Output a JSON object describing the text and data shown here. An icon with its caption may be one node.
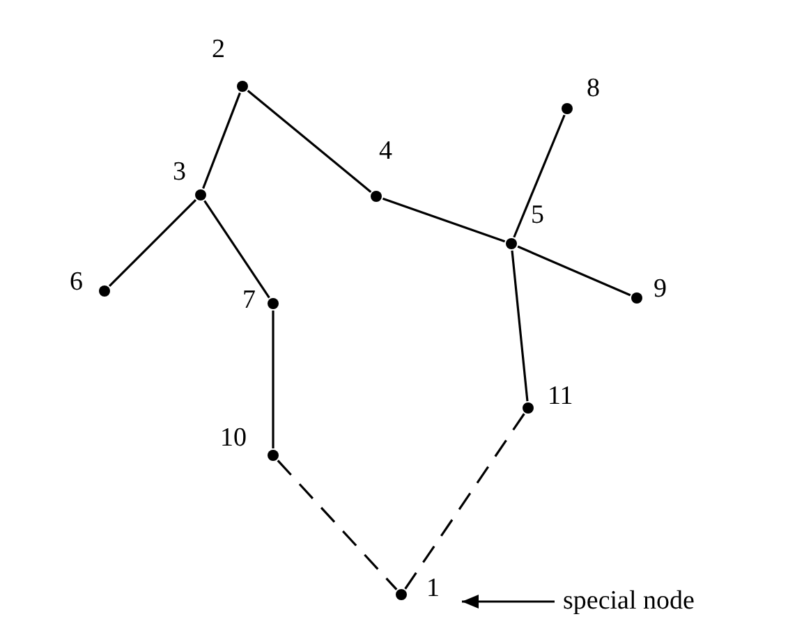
{
  "diagram": {
    "nodes": [
      {
        "text": [
          "1"
        ]
      },
      {
        "text": [
          "2"
        ]
      },
      {
        "text": [
          "3"
        ]
      },
      {
        "text": [
          "4"
        ]
      },
      {
        "text": [
          "5"
        ]
      },
      {
        "text": [
          "6"
        ]
      },
      {
        "text": [
          "7"
        ]
      },
      {
        "text": [
          "8"
        ]
      },
      {
        "text": [
          "9"
        ]
      },
      {
        "text": [
          "10"
        ]
      },
      {
        "text": [
          "11"
        ]
      },
      {
        "text": [
          "special node"
        ]
      }
    ],
    "edges": [
      {
        "from": 1,
        "to": 2,
        "arrow": "none"
      },
      {
        "from": 1,
        "to": 3,
        "arrow": "none"
      },
      {
        "from": 2,
        "to": 5,
        "arrow": "none"
      },
      {
        "from": 2,
        "to": 6,
        "arrow": "none"
      },
      {
        "from": 3,
        "to": 4,
        "arrow": "none"
      },
      {
        "from": 4,
        "to": 7,
        "arrow": "none"
      },
      {
        "from": 4,
        "to": 8,
        "arrow": "none"
      },
      {
        "from": 4,
        "to": 10,
        "arrow": "none"
      },
      {
        "from": 6,
        "to": 9,
        "arrow": "none"
      },
      {
        "from": 9,
        "to": 0,
        "arrow": "none",
        "style": "dashed"
      },
      {
        "from": 10,
        "to": 0,
        "arrow": "none",
        "style": "dashed"
      },
      {
        "from": 11,
        "to": 0,
        "arrow": "to"
      }
    ]
  }
}
